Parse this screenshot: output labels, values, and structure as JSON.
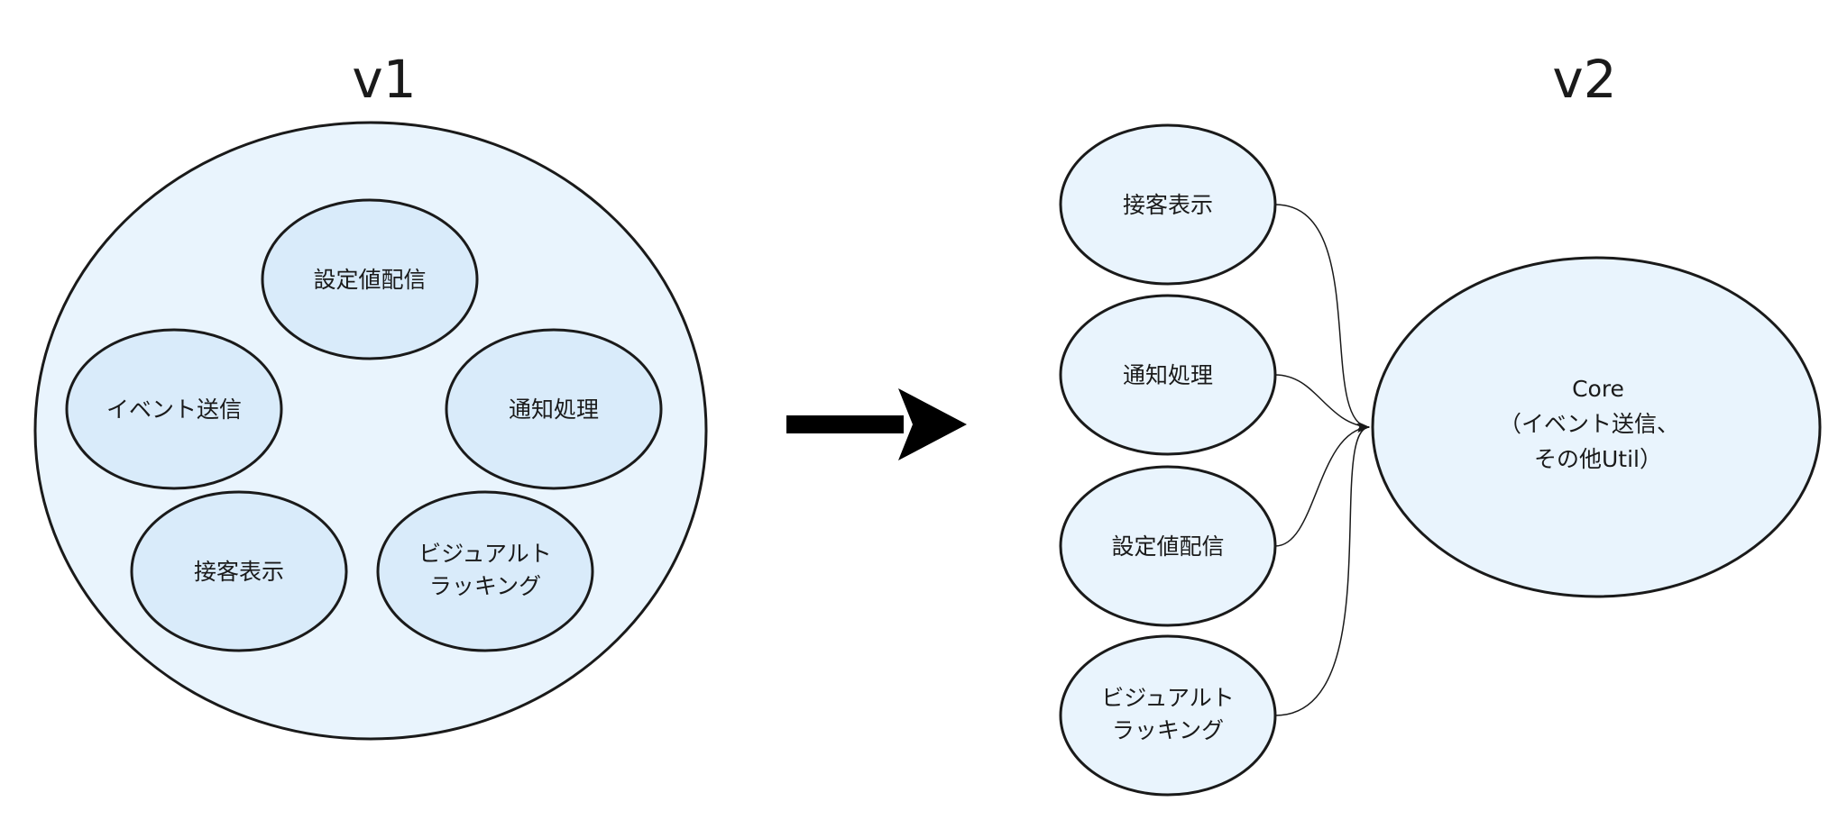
{
  "v1": {
    "title": "v1",
    "modules": [
      {
        "lines": [
          "設定値配信"
        ]
      },
      {
        "lines": [
          "イベント送信"
        ]
      },
      {
        "lines": [
          "通知処理"
        ]
      },
      {
        "lines": [
          "接客表示"
        ]
      },
      {
        "lines": [
          "ビジュアルト",
          "ラッキング"
        ]
      }
    ]
  },
  "v2": {
    "title": "v2",
    "modules": [
      {
        "lines": [
          "接客表示"
        ]
      },
      {
        "lines": [
          "通知処理"
        ]
      },
      {
        "lines": [
          "設定値配信"
        ]
      },
      {
        "lines": [
          "ビジュアルト",
          "ラッキング"
        ]
      }
    ],
    "core": {
      "lines": [
        "Core",
        "（イベント送信、",
        "その他Util）"
      ]
    }
  }
}
